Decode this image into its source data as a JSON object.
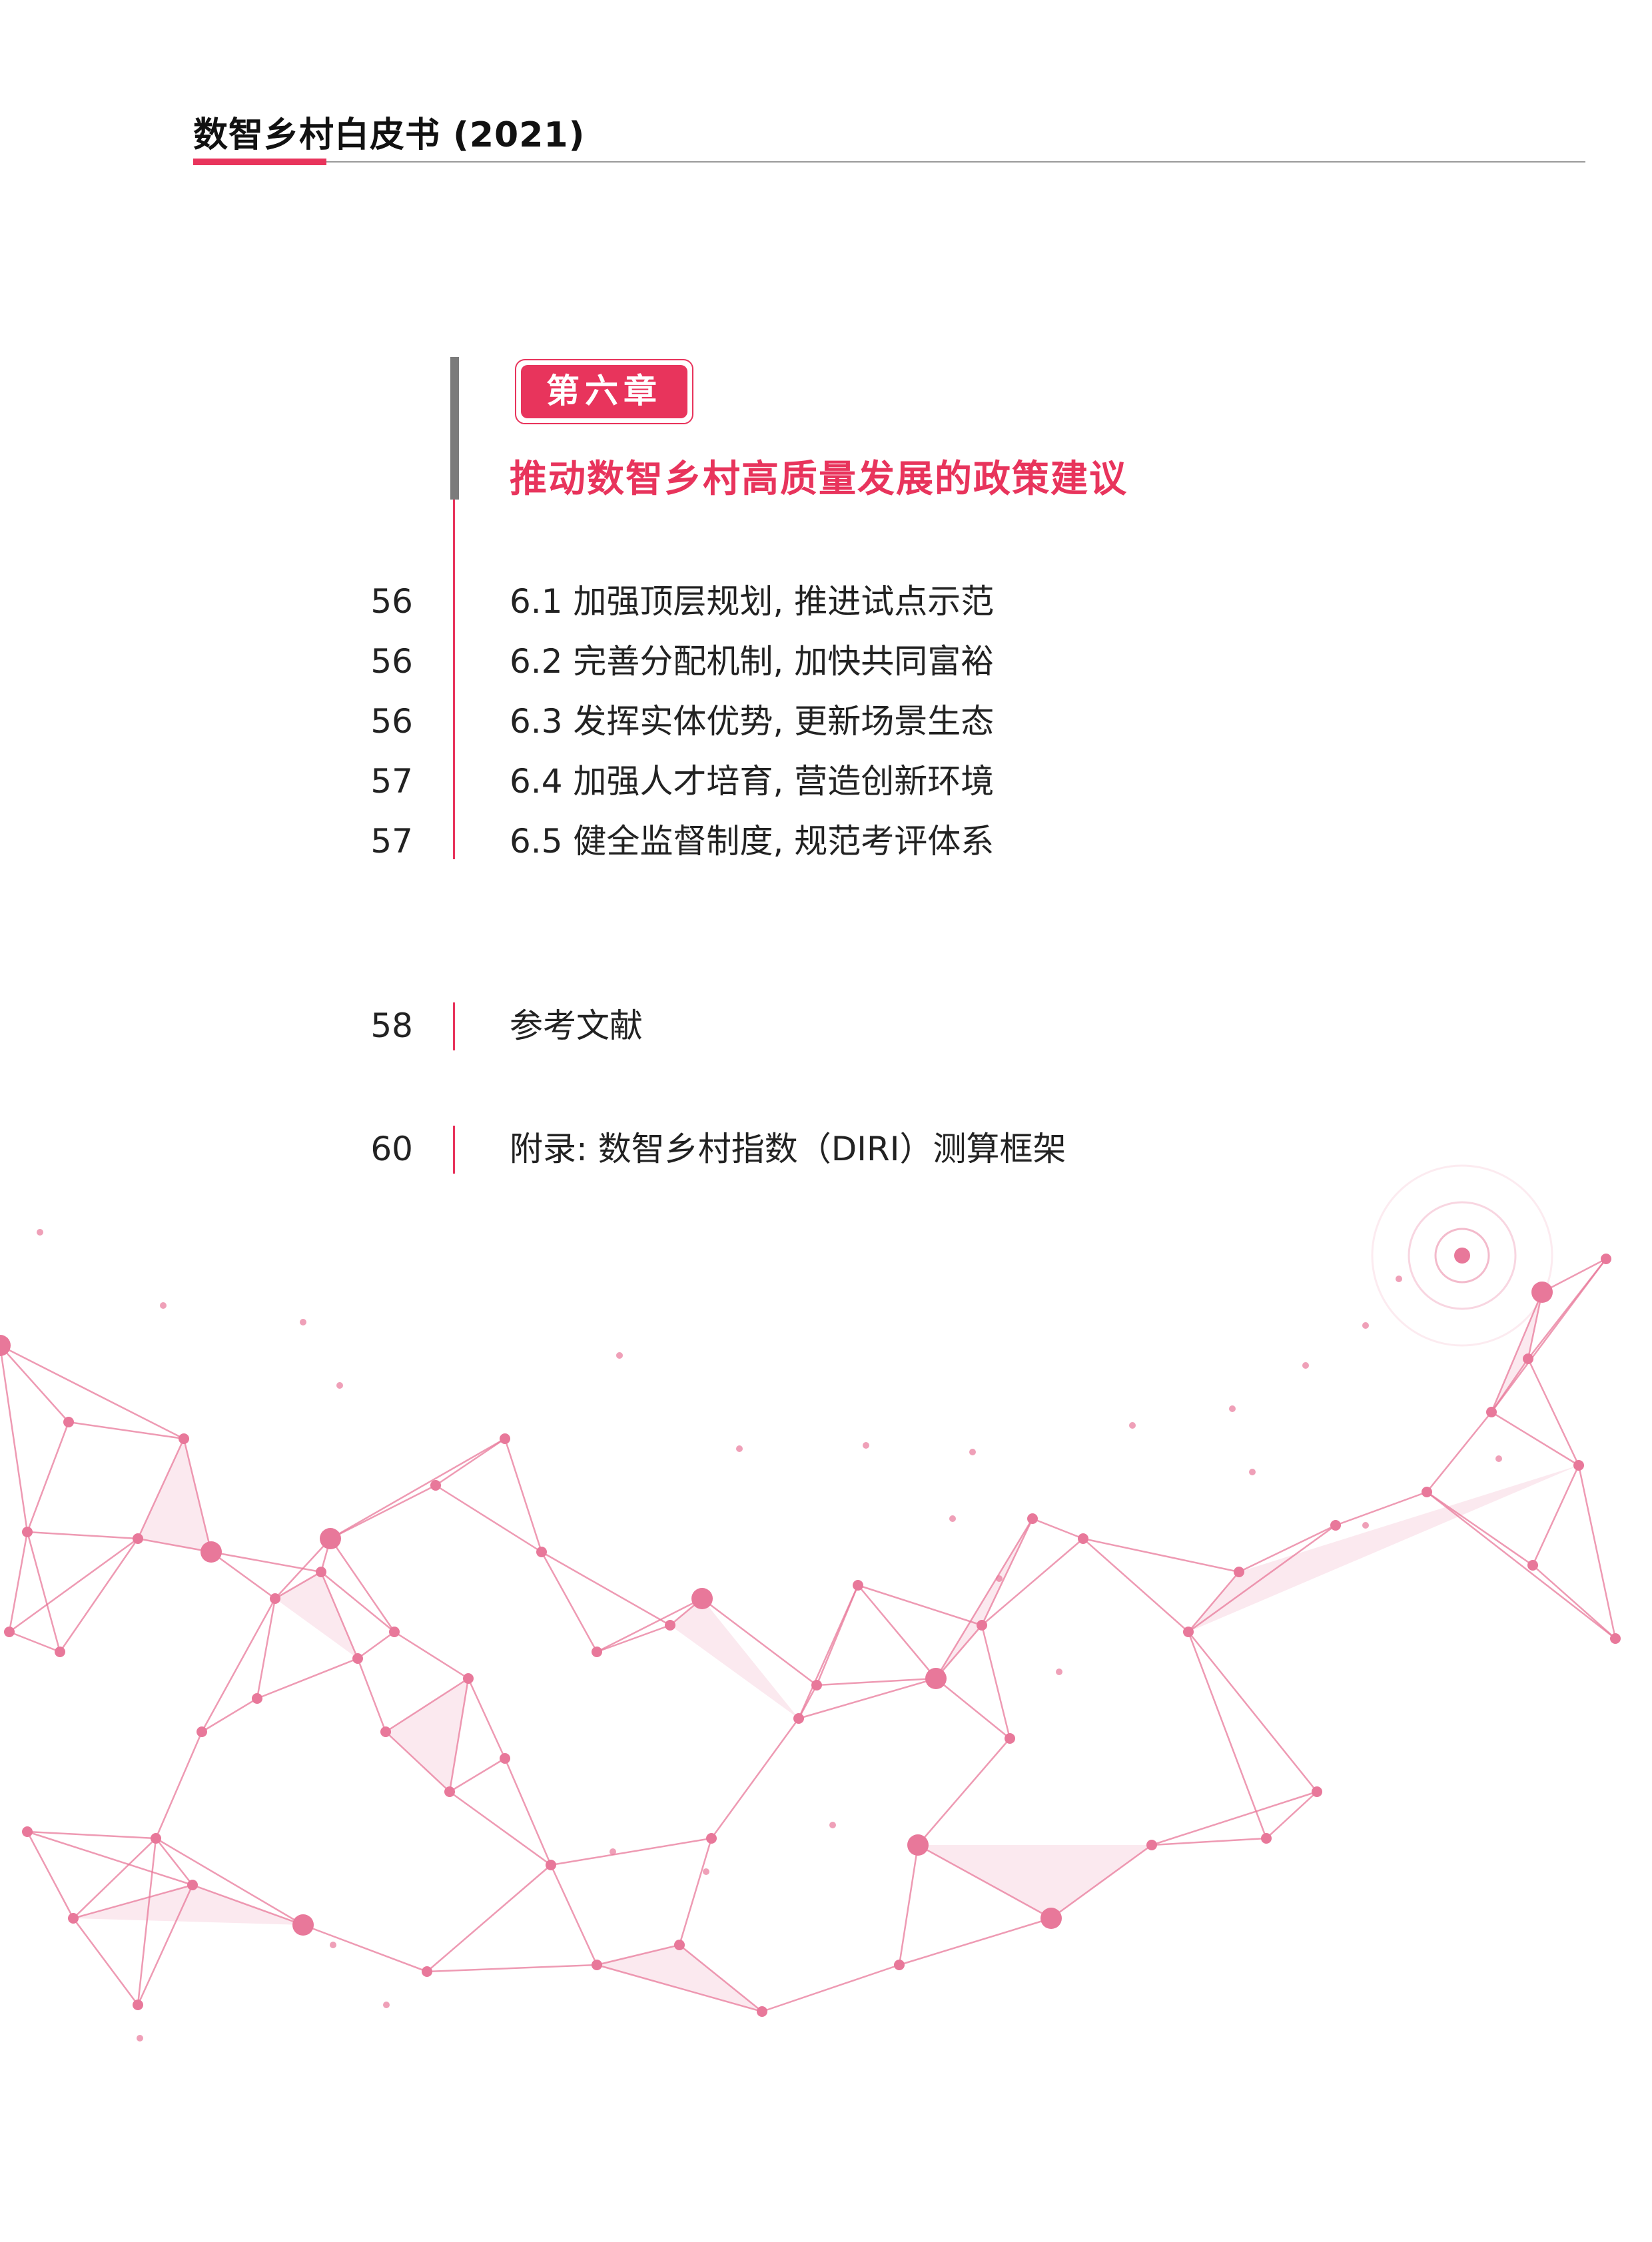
{
  "header": {
    "title": "数智乡村白皮书 (2021)"
  },
  "chapter": {
    "badge": "第六章",
    "title": "推动数智乡村高质量发展的政策建议"
  },
  "toc": {
    "sections": [
      {
        "page": "56",
        "label": "6.1 加强顶层规划, 推进试点示范"
      },
      {
        "page": "56",
        "label": "6.2 完善分配机制, 加快共同富裕"
      },
      {
        "page": "56",
        "label": "6.3 发挥实体优势, 更新场景生态"
      },
      {
        "page": "57",
        "label": "6.4 加强人才培育, 营造创新环境"
      },
      {
        "page": "57",
        "label": "6.5 健全监督制度, 规范考评体系"
      }
    ],
    "references": {
      "page": "58",
      "label": "参考文献"
    },
    "appendix": {
      "page": "60",
      "label": "附录: 数智乡村指数（DIRI）测算框架"
    }
  },
  "colors": {
    "accent": "#e8345c",
    "network": "#e8789a",
    "gray_bar": "#7b7b7b"
  },
  "icons": {
    "decoration": "network-graph-illustration"
  }
}
